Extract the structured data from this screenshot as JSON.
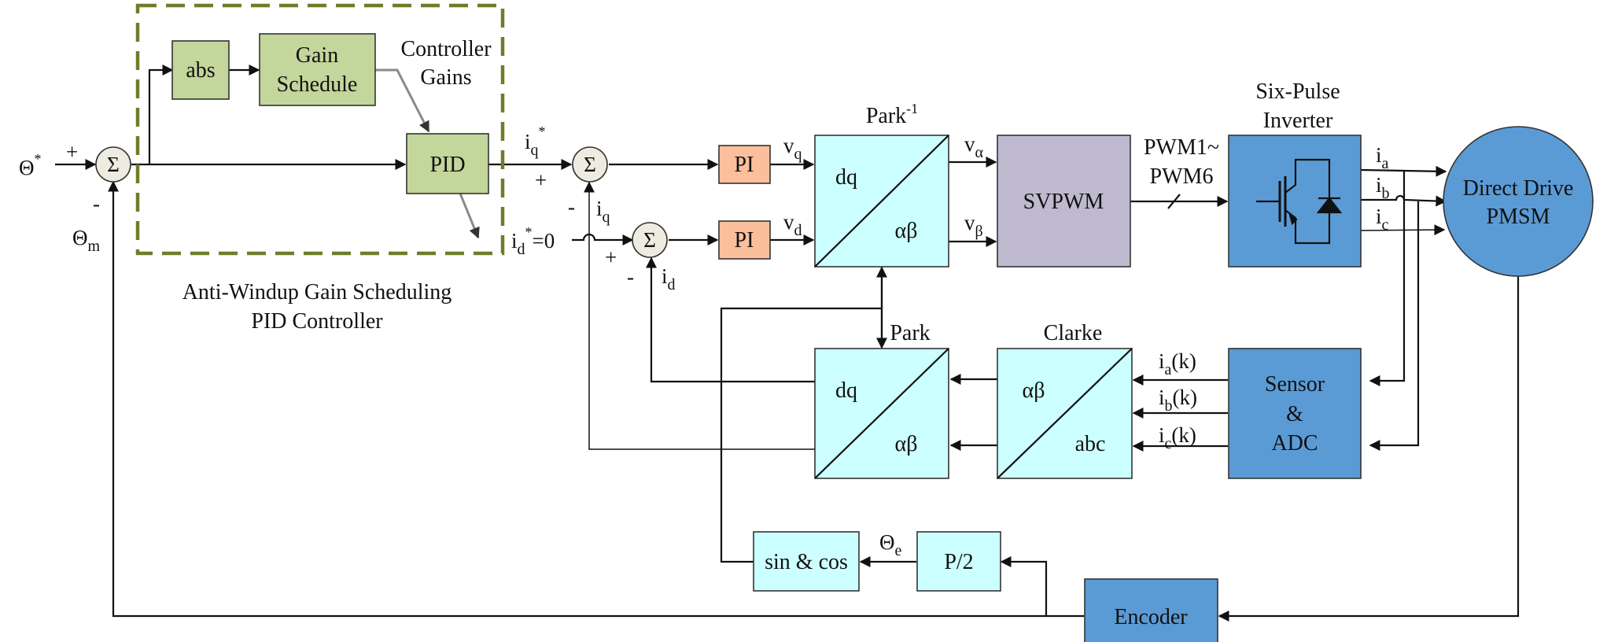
{
  "colors": {
    "green_block": "#c3d69b",
    "salmon_block": "#fbbf9c",
    "cyan_block": "#ccffff",
    "lavender_block": "#bfb9cf",
    "blue_block": "#5b9bd5",
    "sum_node": "#eeece1",
    "dashed_border": "#6b7f2a"
  },
  "controller": {
    "caption_line1": "Anti-Windup Gain Scheduling",
    "caption_line2": "PID Controller",
    "gains_line1": "Controller",
    "gains_line2": "Gains",
    "abs": "abs",
    "schedule_line1": "Gain",
    "schedule_line2": "Schedule",
    "pid": "PID"
  },
  "sums": {
    "symbol": "Σ"
  },
  "signals": {
    "theta": "Θ",
    "star": "*",
    "m": "m",
    "e": "e",
    "i": "i",
    "q": "q",
    "d": "d",
    "v": "v",
    "alpha": "α",
    "beta": "β",
    "a": "a",
    "b": "b",
    "c": "c",
    "eq_zero": "=0",
    "plus": "+",
    "minus": "-",
    "k": "(k)"
  },
  "pi_label": "PI",
  "park_inv": {
    "title": "Park",
    "sup": "-1",
    "top": "dq",
    "bottom": "αβ"
  },
  "park": {
    "title": "Park",
    "top": "dq",
    "bottom": "αβ"
  },
  "clarke": {
    "title": "Clarke",
    "top": "αβ",
    "bottom": "abc"
  },
  "svpwm": "SVPWM",
  "pwm": {
    "line1": "PWM1~",
    "line2": "PWM6"
  },
  "inverter": {
    "title_line1": "Six-Pulse",
    "title_line2": "Inverter"
  },
  "motor": {
    "line1": "Direct Drive",
    "line2": "PMSM"
  },
  "sensor": {
    "line1": "Sensor",
    "line2": "&",
    "line3": "ADC"
  },
  "sincos": "sin & cos",
  "p2": "P/2",
  "encoder": "Encoder"
}
